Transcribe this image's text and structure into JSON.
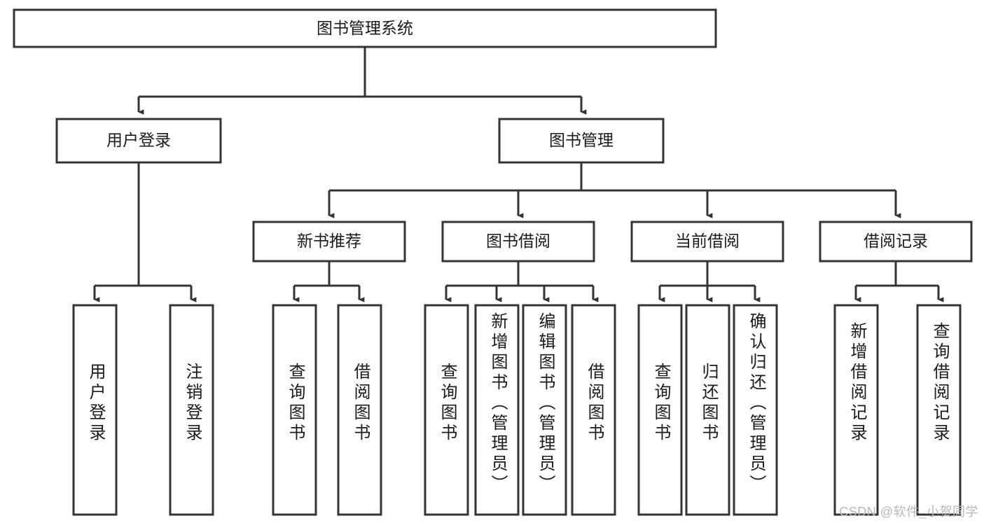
{
  "diagram": {
    "type": "tree-hierarchy-chart",
    "title": "图书管理系统",
    "orientation": "top-down",
    "colors": {
      "box_stroke": "#333333",
      "box_fill": "#ffffff",
      "connector": "#333333",
      "text": "#1a1a1a",
      "watermark": "#b9b9b9",
      "background": "#ffffff"
    },
    "root": {
      "label": "图书管理系统"
    },
    "level2": [
      {
        "label": "用户登录"
      },
      {
        "label": "图书管理"
      }
    ],
    "level3": [
      {
        "label": "新书推荐"
      },
      {
        "label": "图书借阅"
      },
      {
        "label": "当前借阅"
      },
      {
        "label": "借阅记录"
      }
    ],
    "leaves": {
      "user_login": [
        {
          "label": "用户登录"
        },
        {
          "label": "注销登录"
        }
      ],
      "new_book_recommend": [
        {
          "label": "查询图书"
        },
        {
          "label": "借阅图书"
        }
      ],
      "book_borrow": [
        {
          "label": "查询图书"
        },
        {
          "label": "新增图书（管理员）"
        },
        {
          "label": "编辑图书（管理员）"
        },
        {
          "label": "借阅图书"
        }
      ],
      "current_borrow": [
        {
          "label": "查询图书"
        },
        {
          "label": "归还图书"
        },
        {
          "label": "确认归还（管理员）"
        }
      ],
      "borrow_record": [
        {
          "label": "新增借阅记录"
        },
        {
          "label": "查询借阅记录"
        }
      ]
    }
  },
  "watermark": {
    "text": "CSDN @软件_小贺同学"
  }
}
